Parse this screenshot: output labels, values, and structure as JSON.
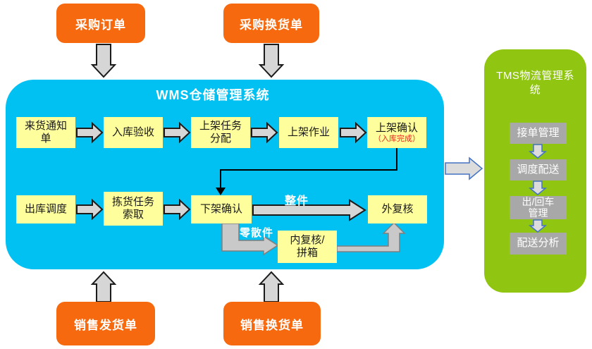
{
  "colors": {
    "orange": "#f6690e",
    "cyan": "#00c1f2",
    "yellow": "#fefe9d",
    "green": "#90c512",
    "gray_box": "#a8a8a8",
    "arrow_gray": "#d6d6d6",
    "arrow_blue_outline": "#4472c4",
    "note_red": "#e8251a"
  },
  "top_sources": [
    {
      "label": "采购订单"
    },
    {
      "label": "采购换货单"
    }
  ],
  "wms": {
    "title": "WMS仓储管理系统",
    "row1": [
      {
        "lines": [
          "来货通知",
          "单"
        ]
      },
      {
        "lines": [
          "入库验收"
        ]
      },
      {
        "lines": [
          "上架任务",
          "分配"
        ]
      },
      {
        "lines": [
          "上架作业"
        ]
      },
      {
        "lines": [
          "上架确认"
        ],
        "note": "（入库完成）"
      }
    ],
    "row2": [
      {
        "lines": [
          "出库调度"
        ]
      },
      {
        "lines": [
          "拣货任务",
          "索取"
        ]
      },
      {
        "lines": [
          "下架确认"
        ]
      },
      {
        "lines": [
          "外复核"
        ]
      }
    ],
    "branch_box": {
      "lines": [
        "内复核/",
        "拼箱"
      ]
    },
    "edge_labels": {
      "whole_piece": "整件",
      "loose_piece": "零散件"
    }
  },
  "bottom_sources": [
    {
      "label": "销售发货单"
    },
    {
      "label": "销售换货单"
    }
  ],
  "tms": {
    "title": "TMS物流管理系统",
    "title_lines": [
      "TMS物流管理系",
      "统"
    ],
    "items": [
      {
        "lines": [
          "接单管理"
        ]
      },
      {
        "lines": [
          "调度配送"
        ]
      },
      {
        "lines": [
          "出/回车",
          "管理"
        ]
      },
      {
        "lines": [
          "配送分析"
        ]
      }
    ]
  }
}
